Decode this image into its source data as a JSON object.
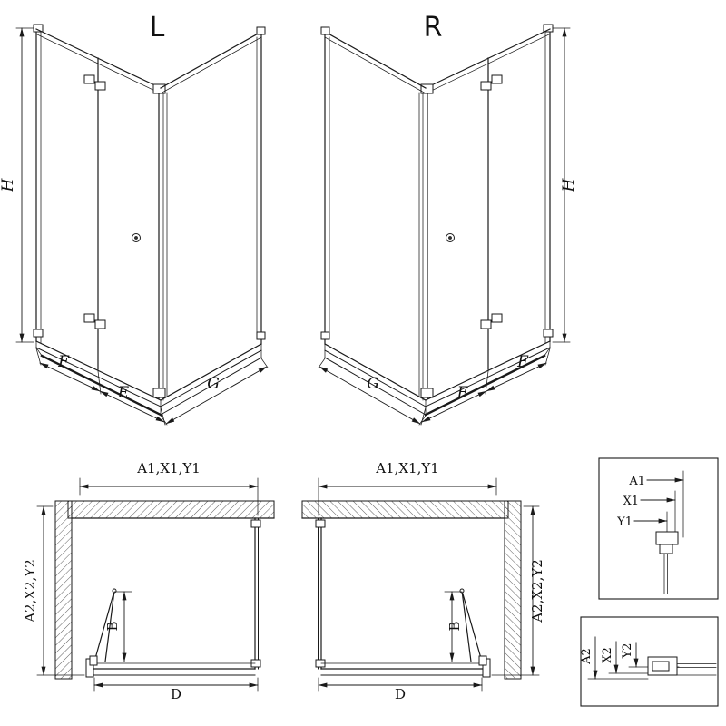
{
  "views": {
    "left3d": {
      "title": "L",
      "h": "H",
      "f": "F",
      "e": "E",
      "g": "G"
    },
    "right3d": {
      "title": "R",
      "h": "H",
      "f": "F",
      "e": "E",
      "g": "G"
    },
    "planLeft": {
      "top": "A1,X1,Y1",
      "side": "A2,X2,Y2",
      "b": "B",
      "d": "D"
    },
    "planRight": {
      "top": "A1,X1,Y1",
      "side": "A2,X2,Y2",
      "b": "B",
      "d": "D"
    },
    "detailTop": {
      "a1": "A1",
      "x1": "X1",
      "y1": "Y1"
    },
    "detailBottom": {
      "a2": "A2",
      "x2": "X2",
      "y2": "Y2"
    }
  },
  "colors": {
    "line": "#1a1a1a",
    "background": "#ffffff"
  }
}
